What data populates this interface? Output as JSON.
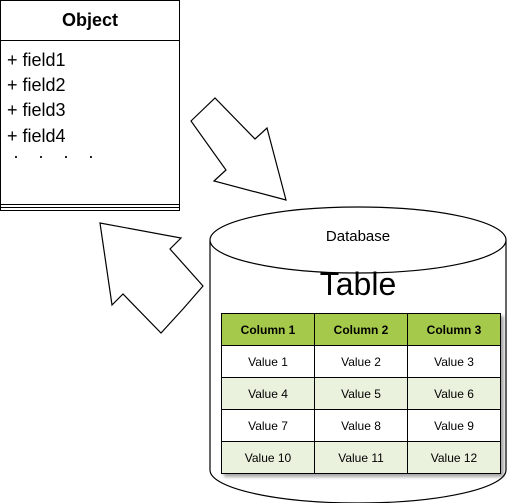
{
  "object": {
    "title": "Object",
    "fields": [
      "+ field1",
      "+ field2",
      "+ field3",
      "+ field4"
    ],
    "ellipsis": "· · · ·"
  },
  "database": {
    "label": "Database",
    "table_title": "Table",
    "columns": [
      "Column 1",
      "Column 2",
      "Column 3"
    ],
    "rows": [
      [
        "Value 1",
        "Value 2",
        "Value 3"
      ],
      [
        "Value 4",
        "Value 5",
        "Value 6"
      ],
      [
        "Value 7",
        "Value 8",
        "Value 9"
      ],
      [
        "Value 10",
        "Value 11",
        "Value 12"
      ]
    ],
    "colors": {
      "header": "#a5c94a",
      "row_alt": "#eaf1dd",
      "row": "#ffffff"
    }
  }
}
